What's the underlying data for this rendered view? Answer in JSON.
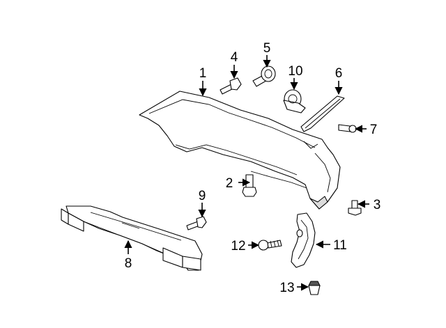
{
  "callouts": {
    "c1": "1",
    "c2": "2",
    "c3": "3",
    "c4": "4",
    "c5": "5",
    "c6": "6",
    "c7": "7",
    "c8": "8",
    "c9": "9",
    "c10": "10",
    "c11": "11",
    "c12": "12",
    "c13": "13"
  },
  "colors": {
    "line": "#000000",
    "part_fill": "#ffffff",
    "shade_fill": "#dcdcdc",
    "background": "#ffffff"
  }
}
